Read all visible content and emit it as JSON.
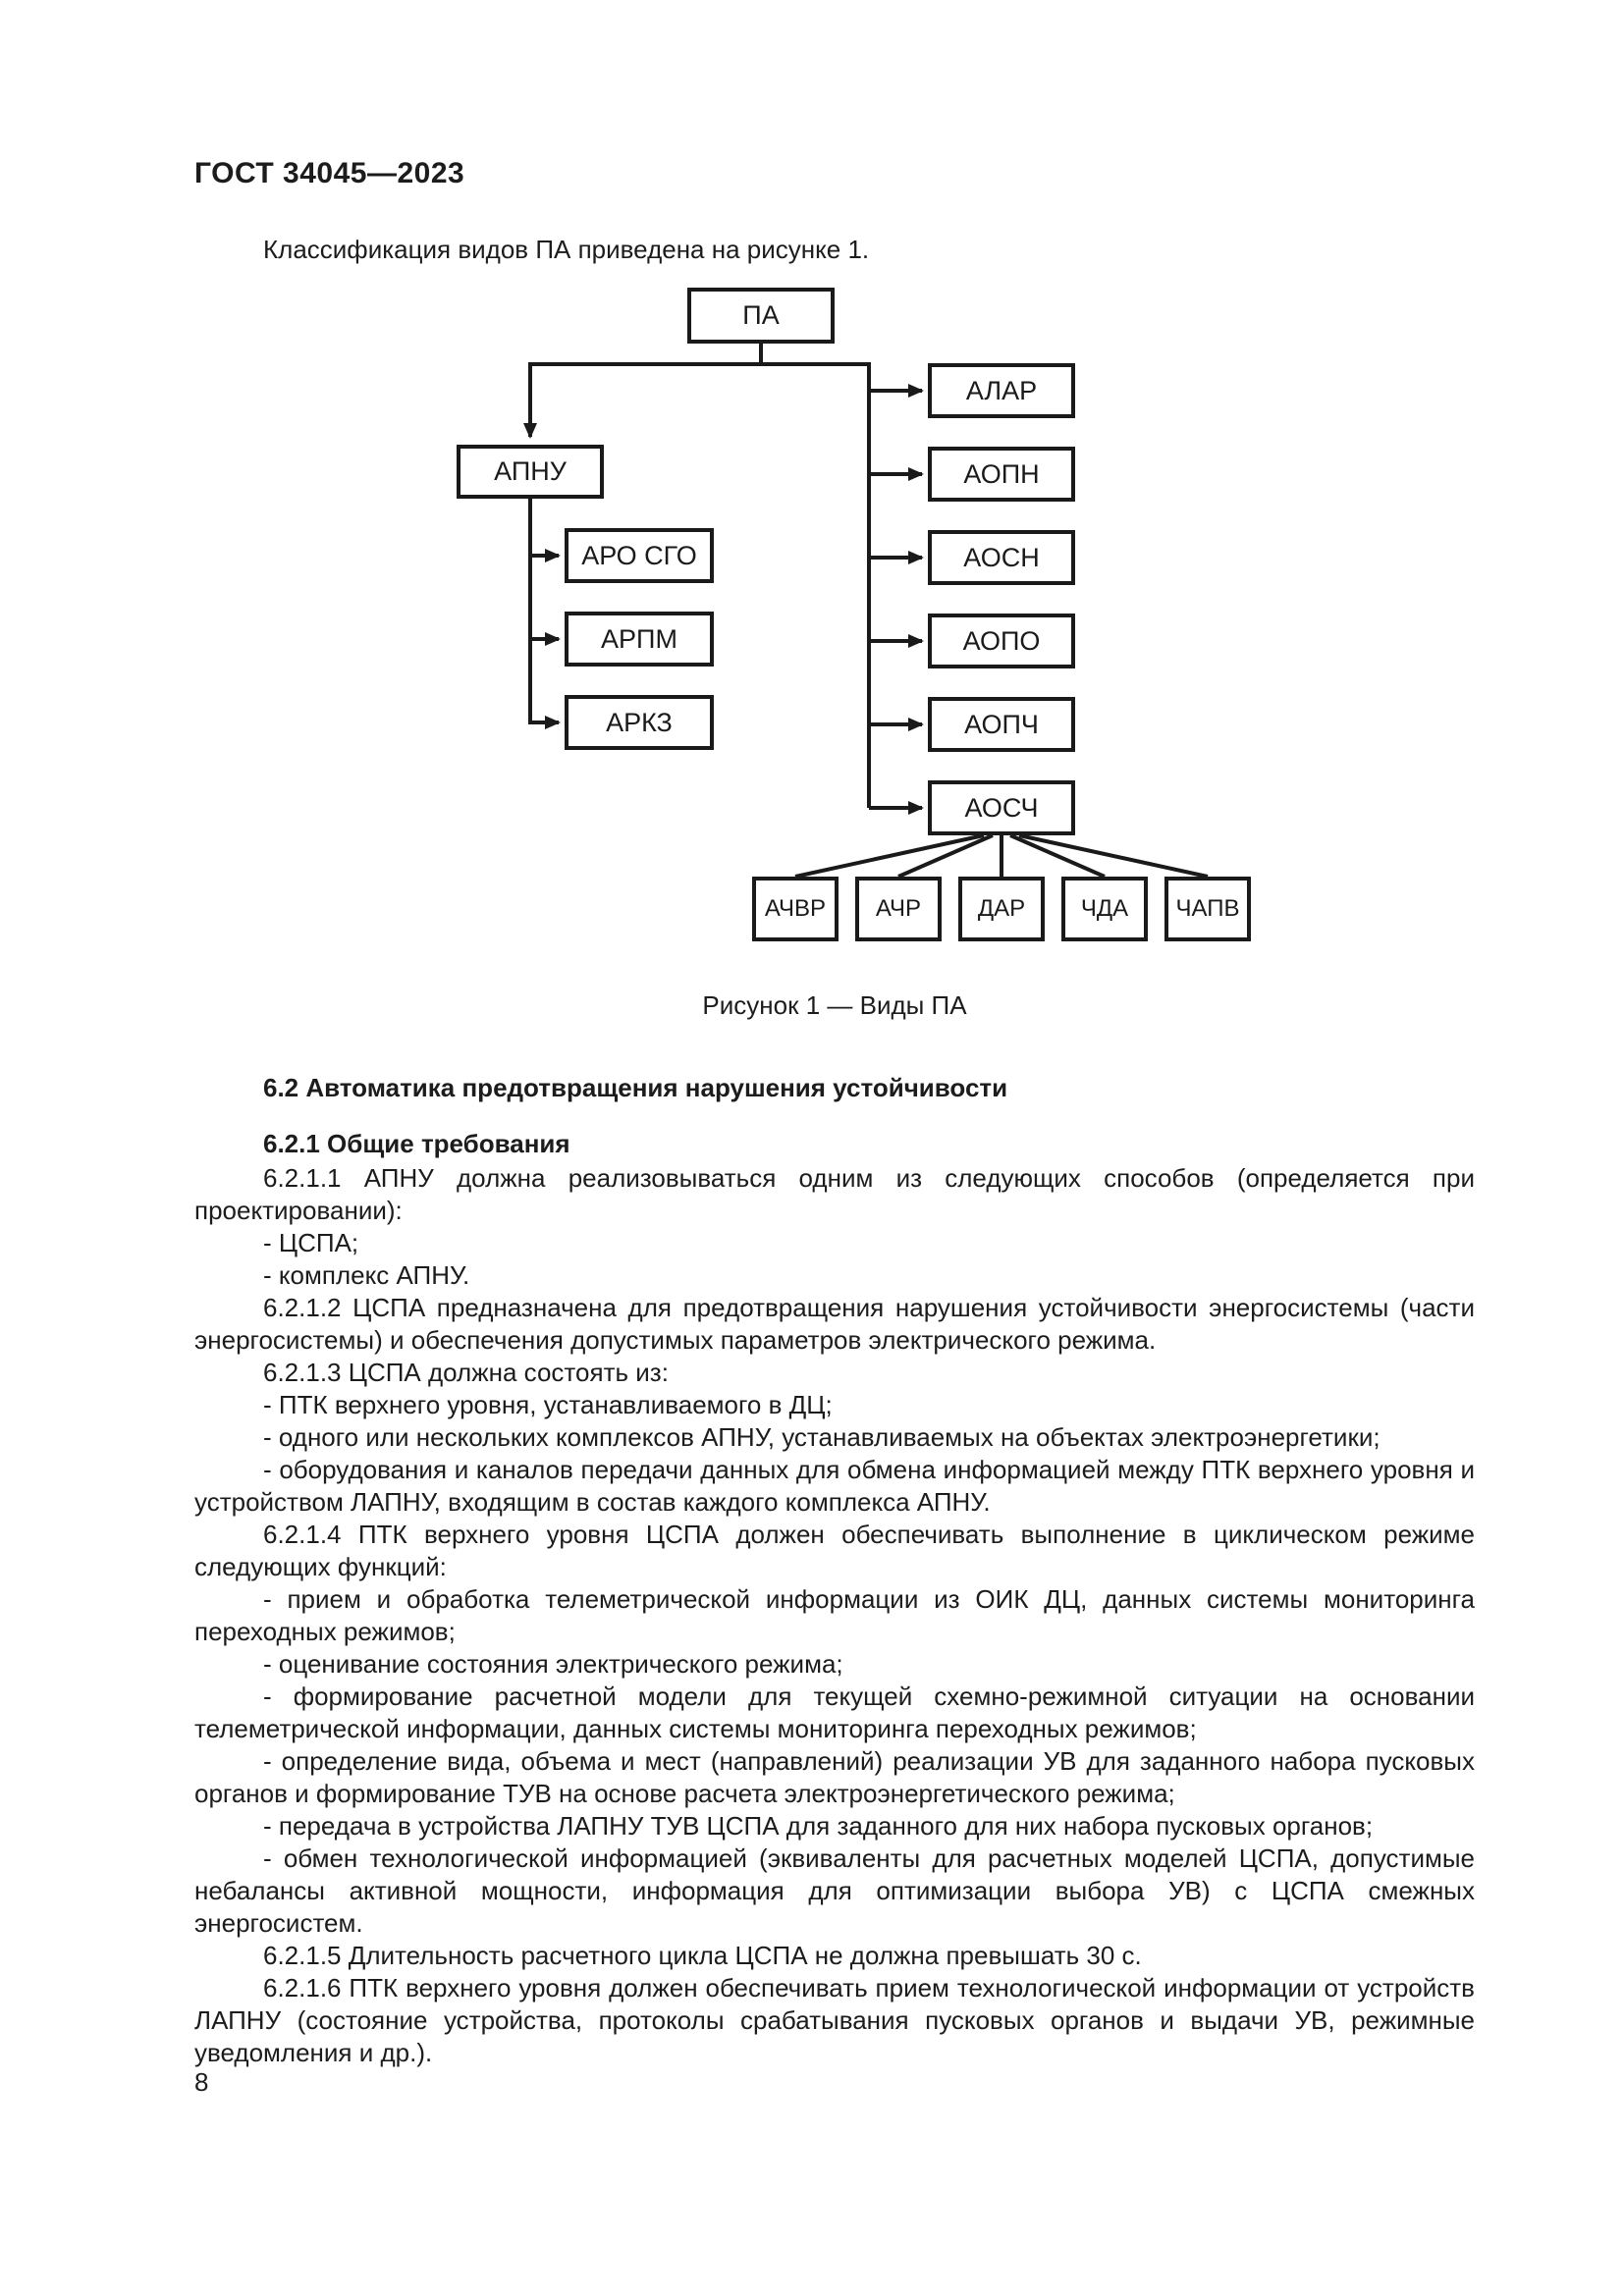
{
  "page": {
    "header": "ГОСТ 34045—2023",
    "page_number": "8"
  },
  "intro": "Классификация видов ПА приведена на рисунке 1.",
  "figure": {
    "caption": "Рисунок 1 — Виды ПА",
    "nodes": {
      "root": "ПА",
      "left_parent": "АПНУ",
      "left_children": [
        "АРО СГО",
        "АРПМ",
        "АРКЗ"
      ],
      "right_children": [
        "АЛАР",
        "АОПН",
        "АОСН",
        "АОПО",
        "АОПЧ",
        "АОСЧ"
      ],
      "bottom_children": [
        "АЧВР",
        "АЧР",
        "ДАР",
        "ЧДА",
        "ЧАПВ"
      ]
    },
    "line_color": "#1a1a1a"
  },
  "content": {
    "section_heading": "6.2 Автоматика предотвращения нарушения устойчивости",
    "subsection_heading": "6.2.1 Общие требования",
    "paragraphs": [
      "6.2.1.1 АПНУ должна реализовываться одним из следующих способов (определяется при проектировании):",
      "- ЦСПА;",
      "- комплекс АПНУ.",
      "6.2.1.2 ЦСПА предназначена для предотвращения нарушения устойчивости энергосистемы (части энергосистемы) и обеспечения допустимых параметров электрического режима.",
      "6.2.1.3 ЦСПА должна состоять из:",
      "- ПТК верхнего уровня, устанавливаемого в ДЦ;",
      "- одного или нескольких комплексов АПНУ, устанавливаемых на объектах электроэнергетики;",
      "- оборудования и каналов передачи данных для обмена информацией между ПТК верхнего уровня и устройством ЛАПНУ, входящим в состав каждого комплекса АПНУ.",
      "6.2.1.4 ПТК верхнего уровня ЦСПА должен обеспечивать выполнение в циклическом режиме следующих функций:",
      "- прием и обработка телеметрической информации из ОИК ДЦ, данных системы мониторинга переходных режимов;",
      "- оценивание состояния электрического режима;",
      "- формирование расчетной модели для текущей схемно-режимной ситуации на основании телеметрической информации, данных системы мониторинга переходных режимов;",
      "- определение вида, объема и мест (направлений) реализации УВ для заданного набора пусковых органов и формирование ТУВ на основе расчета электроэнергетического режима;",
      "- передача в устройства ЛАПНУ ТУВ ЦСПА для заданного для них набора пусковых органов;",
      "- обмен технологической информацией (эквиваленты для расчетных моделей ЦСПА, допустимые небалансы активной мощности, информация для оптимизации выбора УВ) с ЦСПА смежных энергосистем.",
      "6.2.1.5 Длительность расчетного цикла ЦСПА не должна превышать 30 с.",
      "6.2.1.6 ПТК верхнего уровня должен обеспечивать прием технологической информации от устройств ЛАПНУ (состояние устройства, протоколы срабатывания пусковых органов и выдачи УВ, режимные уведомления и др.)."
    ]
  }
}
